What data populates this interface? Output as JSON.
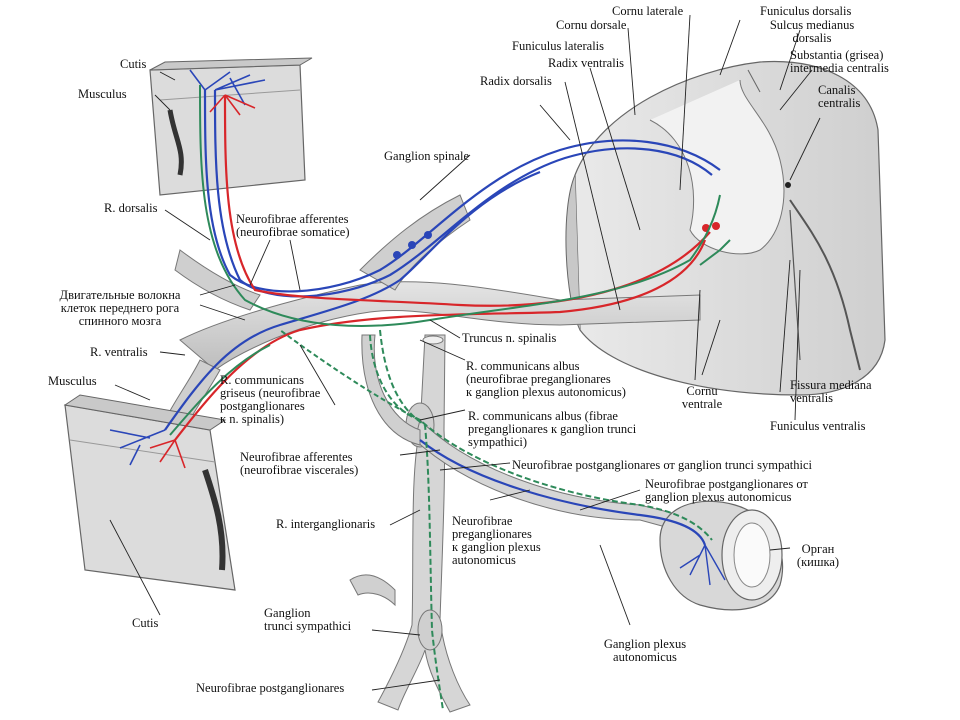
{
  "labels": {
    "cornu_laterale": "Cornu laterale",
    "funiculus_dorsalis": "Funiculus dorsalis",
    "sulcus_medianus": "Sulcus medianus\ndorsalis",
    "cornu_dorsale": "Cornu dorsale",
    "funiculus_lateralis": "Funiculus lateralis",
    "substantia": "Substantia (grisea)\nintermedia centralis",
    "radix_ventralis": "Radix ventralis",
    "radix_dorsalis": "Radix dorsalis",
    "canalis_centralis": "Canalis\ncentralis",
    "cutis_top": "Cutis",
    "musculus_top": "Musculus",
    "ganglion_spinale": "Ganglion spinale",
    "r_dorsalis": "R. dorsalis",
    "neurofibrae_afferentes_somatice": "Neurofibrae afferentes\n(neurofibrae somatice)",
    "motor_fibres": "Двигательные волокна\nклеток переднего рога\nспинного мозга",
    "truncus": "Truncus n. spinalis",
    "r_ventralis": "R. ventralis",
    "r_communicans_albus_1": "R. communicans albus\n(neurofibrae preganglionares\nк ganglion plexus autonomicus)",
    "cornu_ventrale": "Cornu\nventrale",
    "fissura": "Fissura mediana\nventralis",
    "musculus_bottom": "Musculus",
    "r_communicans_griseus": "R. communicans\ngriseus (neurofibrae\npostganglionares\nк n. spinalis)",
    "r_communicans_albus_2": "R. communicans albus (fibrae\npreganglionares к ganglion trunci\nsympathici)",
    "funiculus_ventralis": "Funiculus ventralis",
    "neurofibrae_afferentes_viscerales": "Neurofibrae afferentes\n(neurofibrae viscerales)",
    "postgang_trunci": "Neurofibrae postganglionares от ganglion trunci sympathici",
    "postgang_plexus": "Neurofibrae postganglionares от\nganglion plexus autonomicus",
    "r_interganglionaris": "R. interganglionaris",
    "preganglionares_plexus": "Neurofibrae\npreganglionares\nк ganglion plexus\nautonomicus",
    "organ": "Орган\n(кишка)",
    "cutis_bottom": "Cutis",
    "ganglion_trunci": "Ganglion\ntrunci sympathici",
    "ganglion_plexus": "Ganglion plexus\nautonomicus",
    "neurofibrae_postganglionares": "Neurofibrae postganglionares"
  },
  "colors": {
    "afferent_blue": "#2a46b8",
    "motor_red": "#d8262a",
    "autonomic_green": "#2e8a5a",
    "tissue_grey": "#d9d9d9",
    "outline": "#555555"
  }
}
